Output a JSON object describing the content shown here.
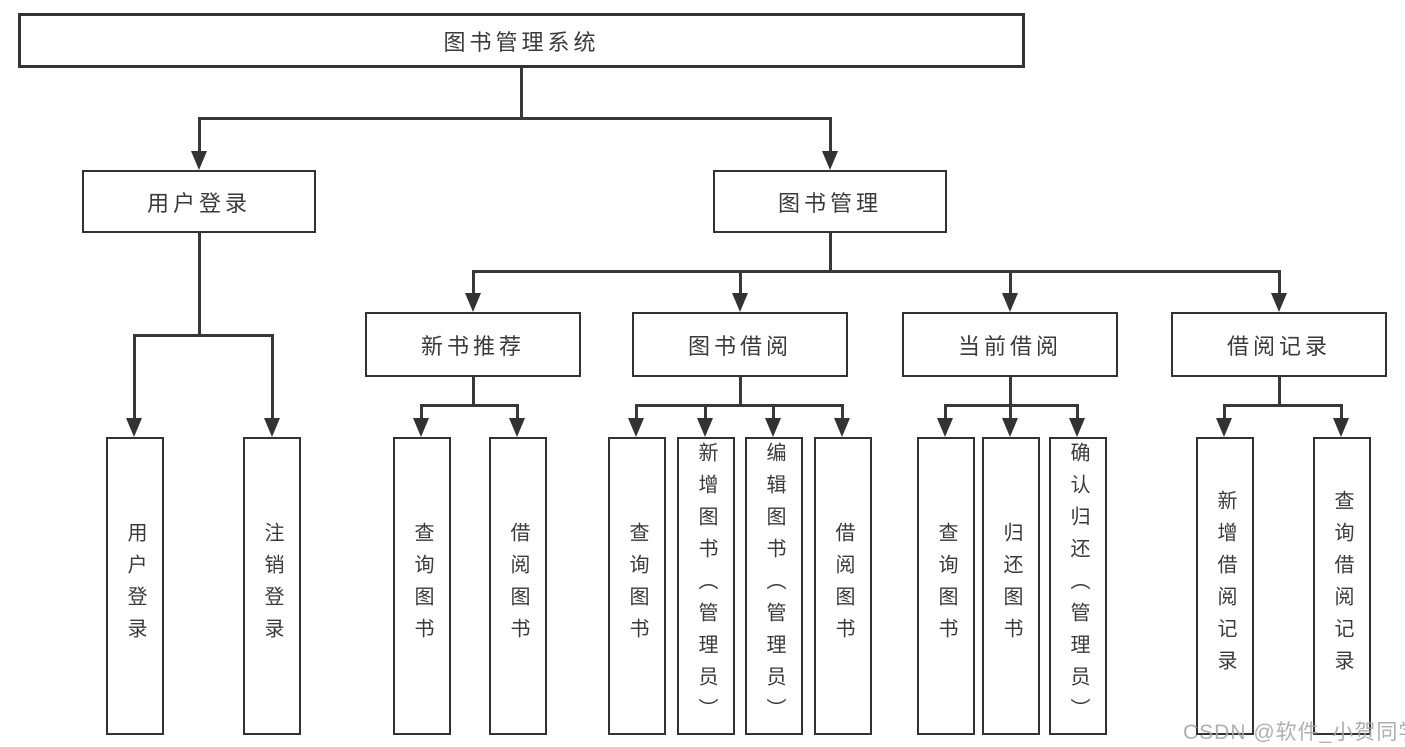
{
  "tree": {
    "root": "图书管理系统",
    "branches": [
      {
        "label": "用户登录",
        "leaves": [
          "用户登录",
          "注销登录"
        ]
      },
      {
        "label": "图书管理",
        "groups": [
          {
            "label": "新书推荐",
            "leaves": [
              "查询图书",
              "借阅图书"
            ]
          },
          {
            "label": "图书借阅",
            "leaves": [
              "查询图书",
              "新增图书（管理员）",
              "编辑图书（管理员）",
              "借阅图书"
            ]
          },
          {
            "label": "当前借阅",
            "leaves": [
              "查询图书",
              "归还图书",
              "确认归还（管理员）"
            ]
          },
          {
            "label": "借阅记录",
            "leaves": [
              "新增借阅记录",
              "查询借阅记录"
            ]
          }
        ]
      }
    ]
  },
  "watermark": "CSDN @软件_小贺同学",
  "colors": {
    "line": "#383838",
    "border": "#333333",
    "text": "#3a3a3a",
    "watermark": "#a8a8a8",
    "background": "#ffffff"
  }
}
